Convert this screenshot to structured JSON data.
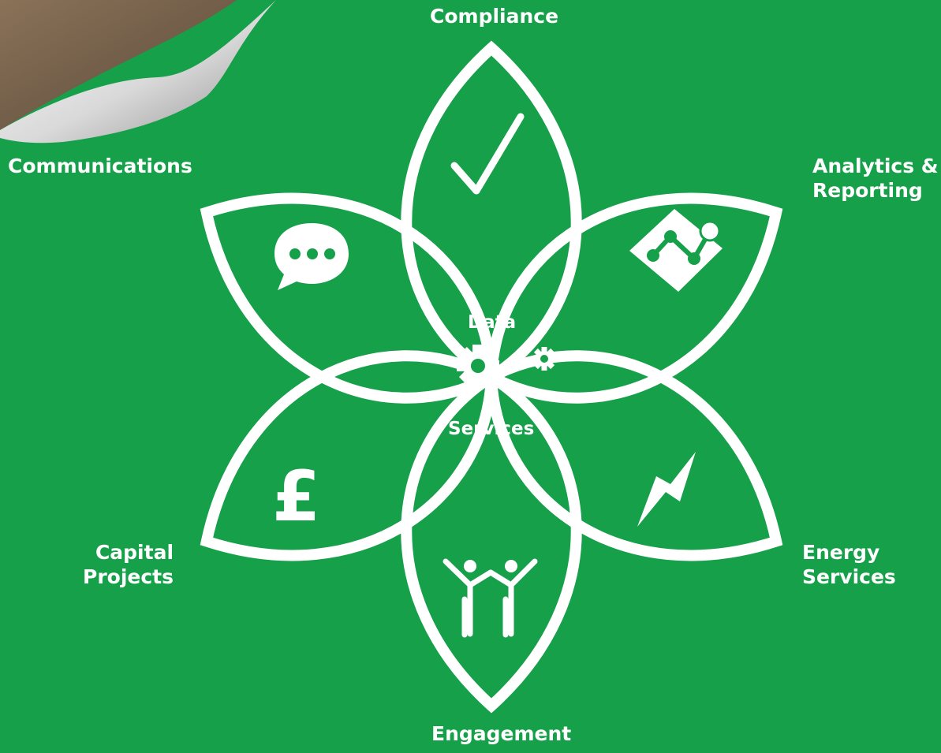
{
  "diagram": {
    "center": {
      "line1": "Data",
      "line2": "Services",
      "icon": "gears-icon"
    },
    "petals": [
      {
        "label": "Compliance",
        "icon": "checkmark-icon"
      },
      {
        "label_line1": "Analytics &",
        "label_line2": "Reporting",
        "icon": "chart-icon"
      },
      {
        "label_line1": "Energy",
        "label_line2": "Services",
        "icon": "lightning-icon"
      },
      {
        "label": "Engagement",
        "icon": "people-icon"
      },
      {
        "label_line1": "Capital",
        "label_line2": "Projects",
        "icon": "pound-icon",
        "symbol": "£"
      },
      {
        "label": "Communications",
        "icon": "speech-bubble-icon"
      }
    ]
  },
  "colors": {
    "background": "#16a04a",
    "foreground": "#ffffff"
  }
}
